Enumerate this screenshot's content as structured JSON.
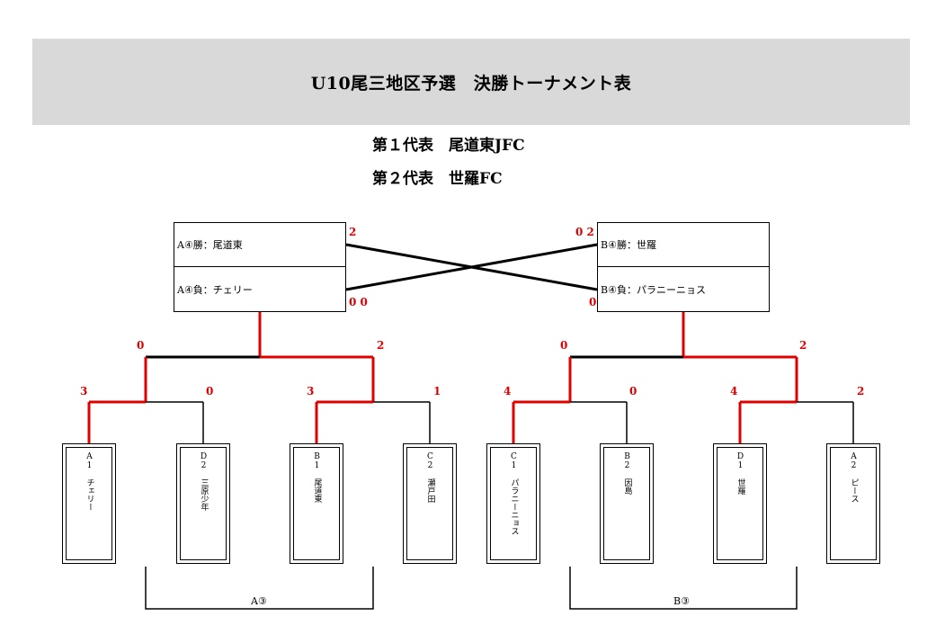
{
  "title": "U10尾三地区予選　決勝トーナメント表",
  "representatives": {
    "first": "第１代表　尾道東JFC",
    "second": "第２代表　世羅FC"
  },
  "colors": {
    "win_line": "#e00000",
    "line": "#000000",
    "header_bg": "#d9d9d9"
  },
  "final_left": {
    "top": "A④勝：尾道東",
    "bottom": "A④負：チェリー"
  },
  "final_right": {
    "top": "B④勝：世羅",
    "bottom": "B④負：パラニーニョス"
  },
  "teams": [
    {
      "code": "A1",
      "name": "チェリー"
    },
    {
      "code": "D2",
      "name": "三原少年"
    },
    {
      "code": "B1",
      "name": "尾道東"
    },
    {
      "code": "C2",
      "name": "瀬戸田"
    },
    {
      "code": "C1",
      "name": "パラニーニョス"
    },
    {
      "code": "B2",
      "name": "因島"
    },
    {
      "code": "D1",
      "name": "世羅"
    },
    {
      "code": "A2",
      "name": "ピース"
    }
  ],
  "scores": {
    "r1_a1": "3",
    "r1_d2": "0",
    "r1_b1": "3",
    "r1_c2": "1",
    "r1_c1": "4",
    "r1_b2": "0",
    "r1_d1": "4",
    "r1_a2": "2",
    "sf_left_l": "0",
    "sf_left_r": "2",
    "sf_right_l": "0",
    "sf_right_r": "2",
    "fl_top": "2",
    "fl_bot": "0 0",
    "fr_top": "0 2",
    "fr_bot": "0"
  },
  "groups": {
    "left": "A③",
    "right": "B③"
  }
}
